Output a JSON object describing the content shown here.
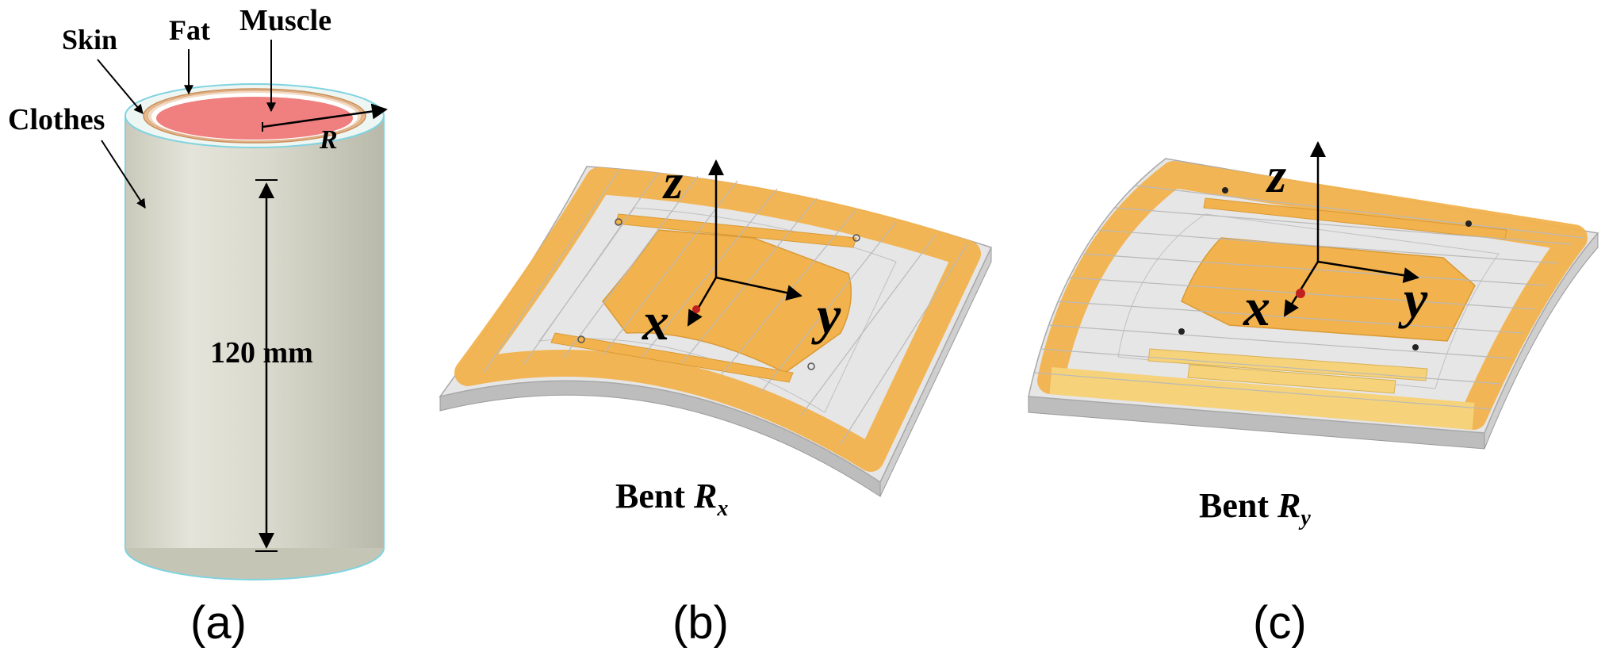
{
  "panel_a": {
    "labels": {
      "skin": "Skin",
      "fat": "Fat",
      "muscle": "Muscle",
      "clothes": "Clothes",
      "radius": "R",
      "height": "120 mm"
    },
    "caption": "(a)"
  },
  "panel_b": {
    "axes": {
      "x": "x",
      "y": "y",
      "z": "z"
    },
    "title_prefix": "Bent ",
    "title_symbol": "R",
    "title_subscript": "x",
    "caption": "(b)"
  },
  "panel_c": {
    "axes": {
      "x": "x",
      "y": "y",
      "z": "z"
    },
    "title_prefix": "Bent ",
    "title_symbol": "R",
    "title_subscript": "y",
    "caption": "(c)"
  },
  "colors": {
    "muscle": "#f07f7f",
    "fat": "#f2d9c2",
    "skin": "#e9b98c",
    "clothes": "#d8d8cc",
    "clothes_outline": "#7fd3e0",
    "copper": "#f2b24d",
    "copper_light": "#f6d37a",
    "substrate": "#e6e6e6",
    "substrate_edge": "#bdbdbd"
  }
}
